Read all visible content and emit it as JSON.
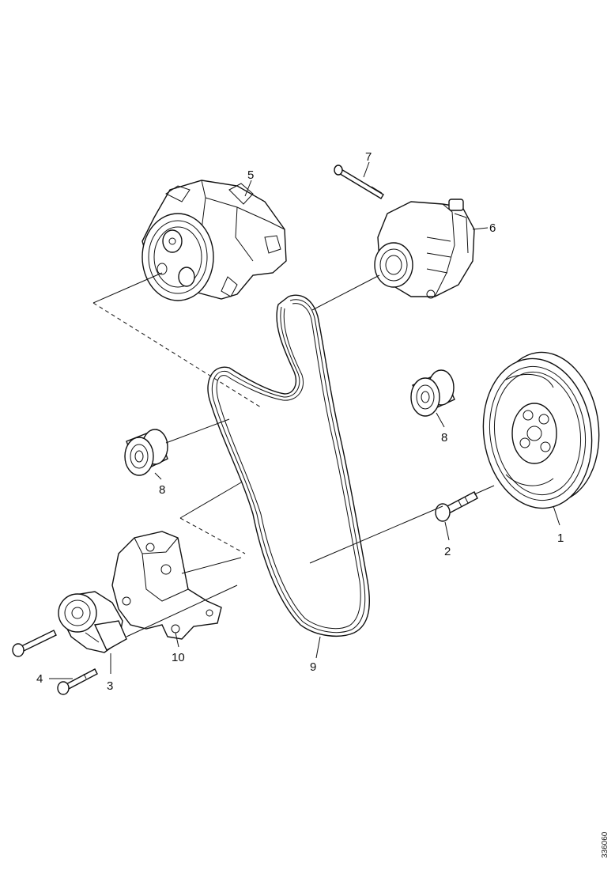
{
  "callouts": {
    "c1": "1",
    "c2": "2",
    "c3": "3",
    "c4": "4",
    "c5": "5",
    "c6": "6",
    "c7": "7",
    "c8a": "8",
    "c8b": "8",
    "c9": "9",
    "c10": "10"
  },
  "reference_code": "336060"
}
